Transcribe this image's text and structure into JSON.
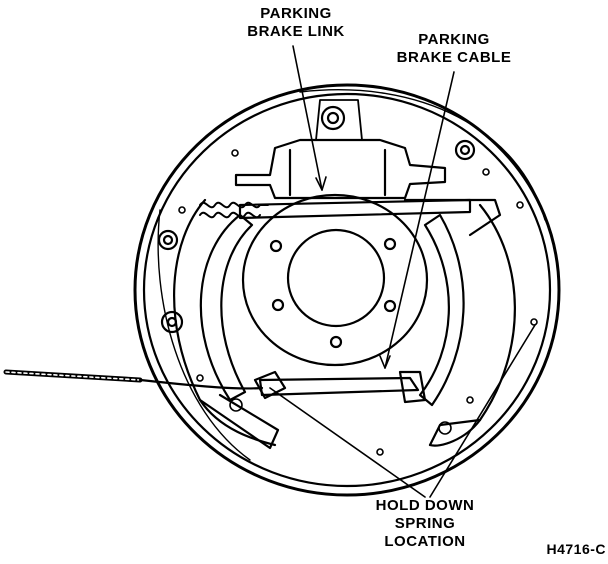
{
  "labels": {
    "parking_brake_link": [
      "PARKING",
      "BRAKE LINK"
    ],
    "parking_brake_cable": [
      "PARKING",
      "BRAKE CABLE"
    ],
    "hold_down_spring_location": [
      "HOLD DOWN",
      "SPRING",
      "LOCATION"
    ]
  },
  "part_number": "H4716-C",
  "colors": {
    "ink": "#000000",
    "paper": "#ffffff"
  }
}
